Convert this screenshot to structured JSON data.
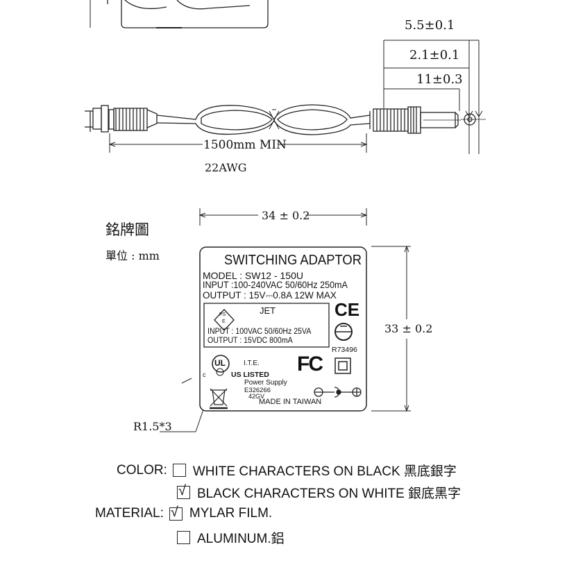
{
  "cable": {
    "dim_outer": "5.5±0.1",
    "dim_inner": "2.1±0.1",
    "dim_length": "11±0.3",
    "cable_length": "1500mm MIN",
    "gauge": "22AWG"
  },
  "nameplate_section": {
    "title": "銘牌圖",
    "unit": "單位 : mm",
    "width_dim": "34 ± 0.2",
    "height_dim": "33 ± 0.2",
    "radius": "R1.5*3"
  },
  "label": {
    "heading": "SWITCHING ADAPTOR",
    "model": "MODEL : SW12 - 150U",
    "input": "INPUT :100-240VAC 50/60Hz 250mA",
    "output": "OUTPUT : 15V⎓0.8A 12W MAX",
    "jet": "JET",
    "pse_top": "PS",
    "pse_bottom": "E",
    "jet_input": "INPUT : 100VAC 50/60Hz 25VA",
    "jet_output": "OUTPUT : 15VDC 800mA",
    "ce": "CE",
    "r_code": "R73496",
    "ul_mark": "UL",
    "ul_c": "c",
    "ul_us": "US LISTED",
    "ite": "I.T.E.",
    "power_supply": "Power Supply",
    "e_number": "E326266",
    "code": "42GV",
    "fc": "FC",
    "made_in": "MADE  IN  TAIWAN"
  },
  "options": {
    "color_label": "COLOR:",
    "material_label": "MATERIAL:",
    "color_options": [
      {
        "text": "WHITE CHARACTERS ON BLACK 黑底銀字",
        "checked": false
      },
      {
        "text": "BLACK CHARACTERS ON WHITE 銀底黑字",
        "checked": true
      }
    ],
    "material_options": [
      {
        "text": "MYLAR FILM.",
        "checked": true
      },
      {
        "text": "ALUMINUM.鋁",
        "checked": false
      }
    ],
    "check_mark": "√"
  }
}
